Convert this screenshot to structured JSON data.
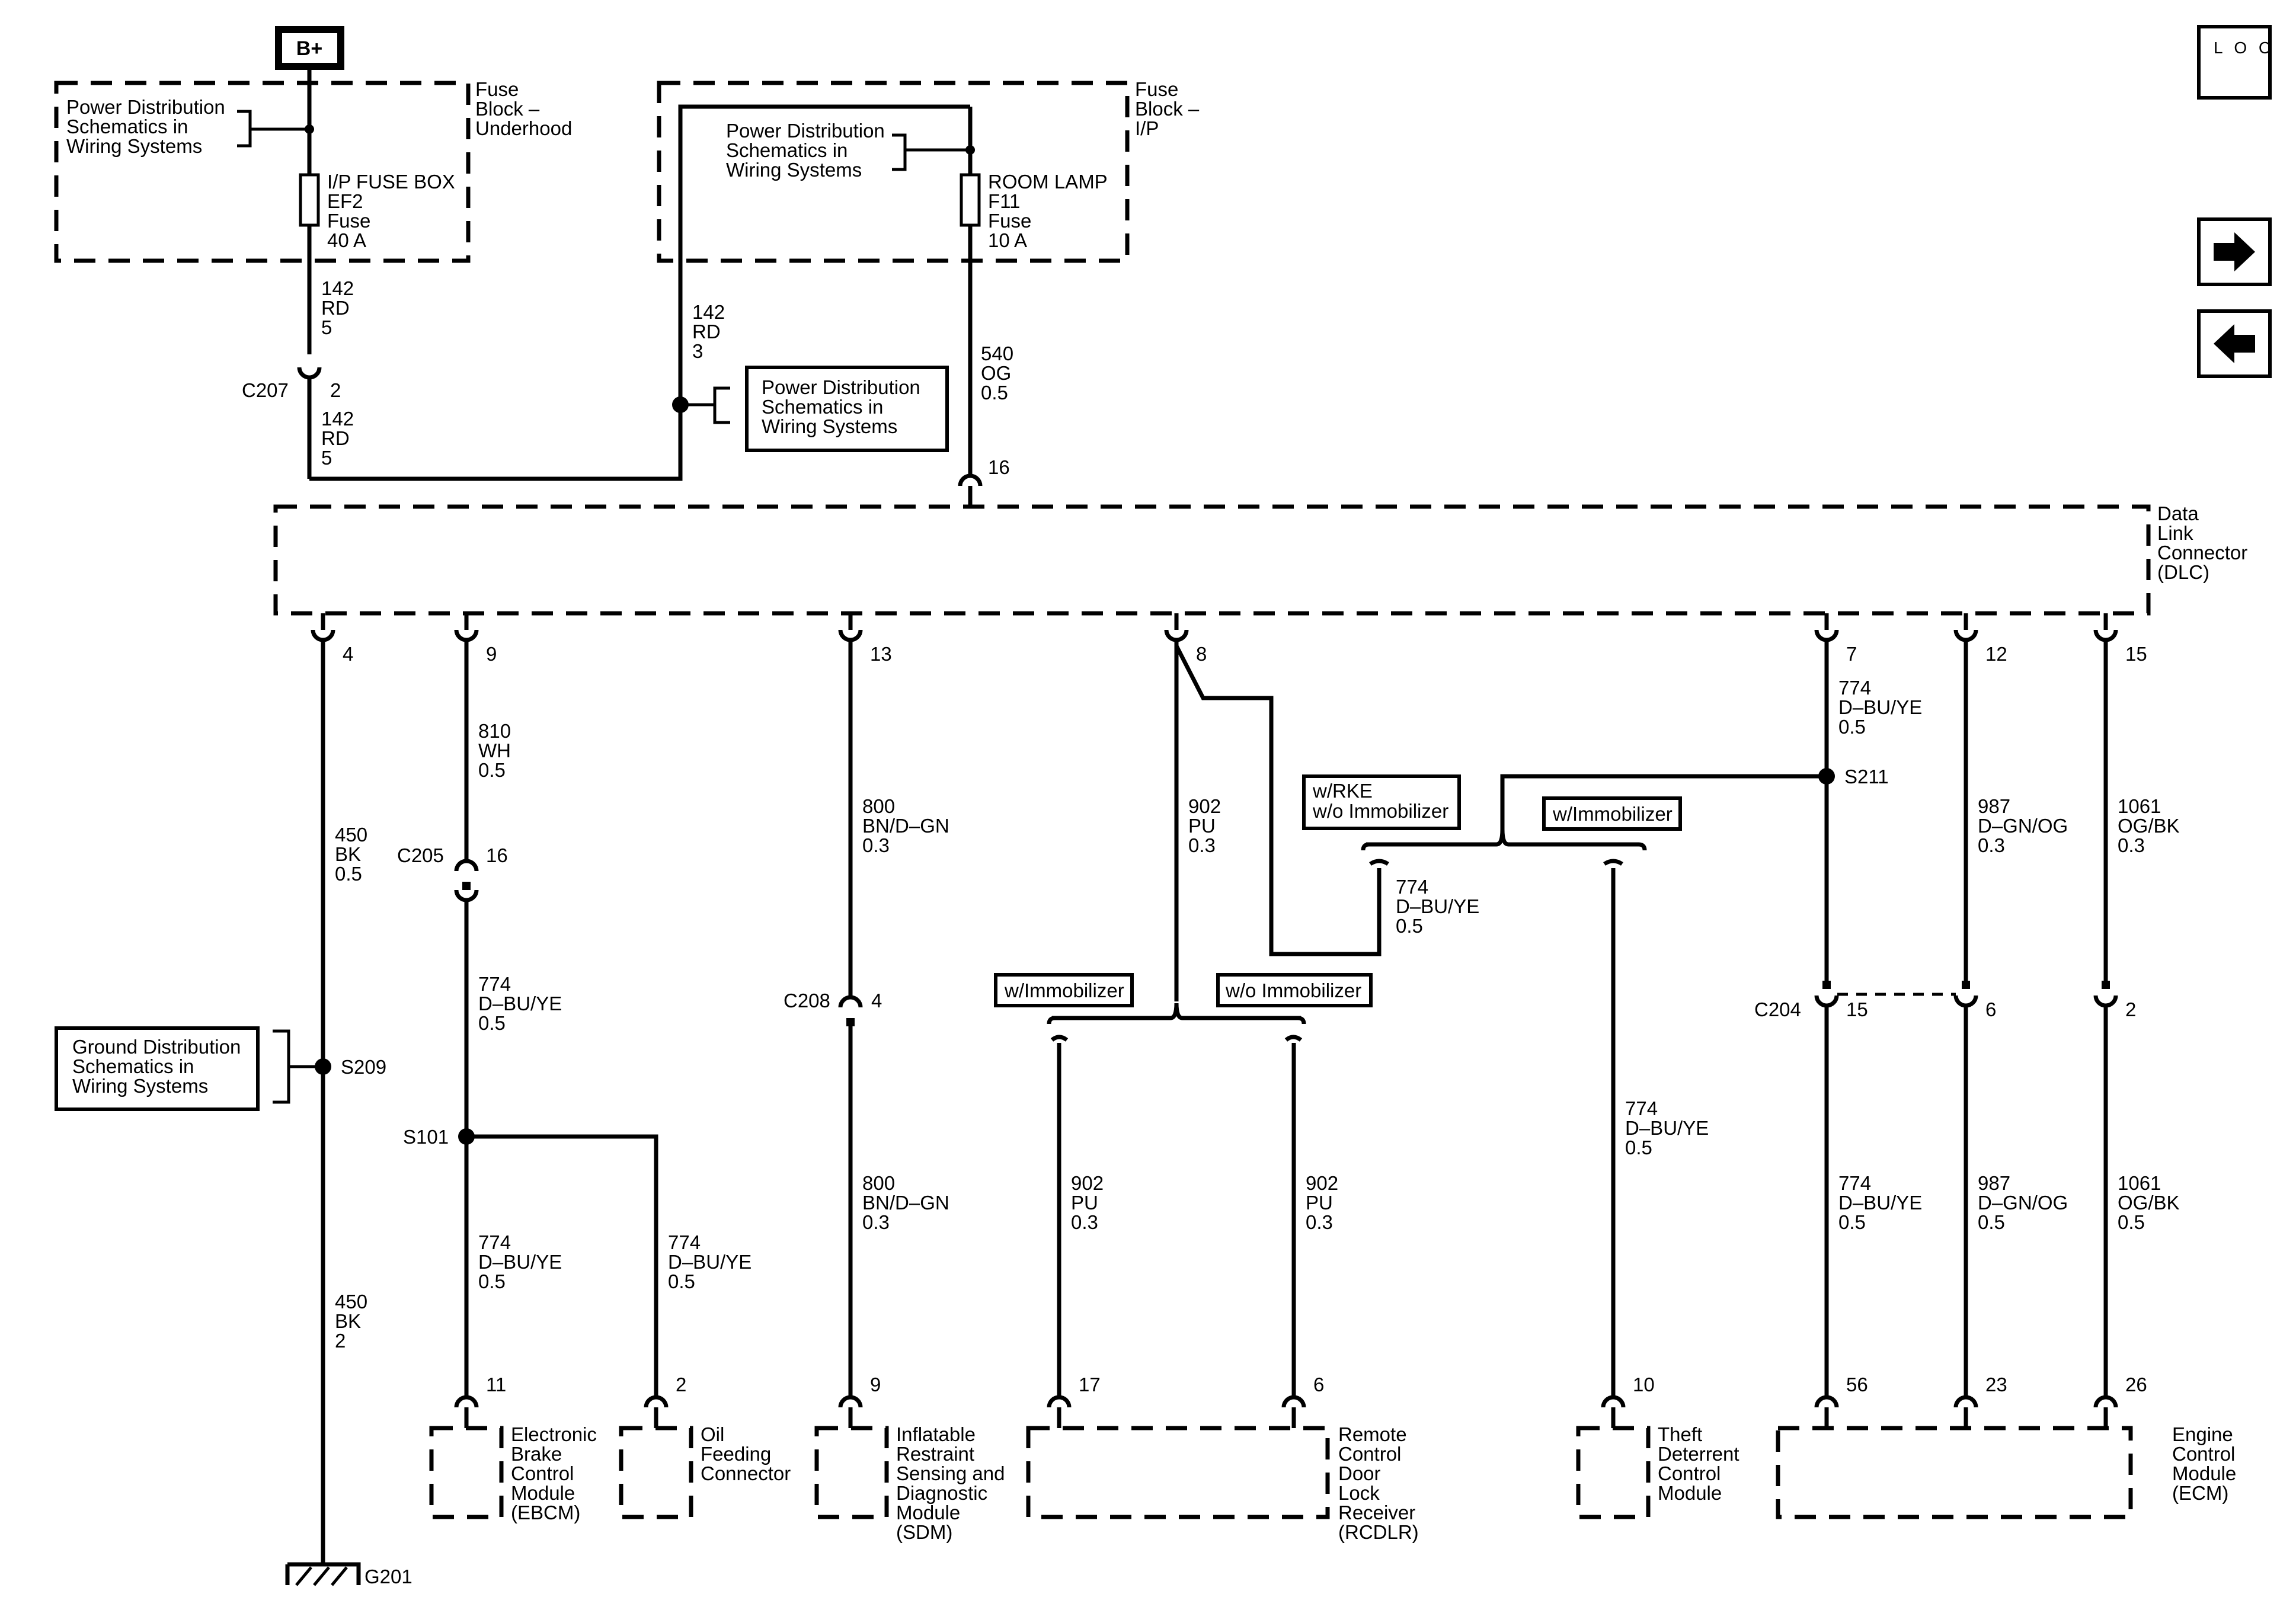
{
  "battery": "B+",
  "loc_button": "L O C",
  "fuse_underhood": {
    "title": [
      "Fuse",
      "Block –",
      "Underhood"
    ],
    "ref": [
      "Power Distribution",
      "Schematics in",
      "Wiring Systems"
    ],
    "fuse": [
      "I/P FUSE BOX",
      "EF2",
      "Fuse",
      "40 A"
    ]
  },
  "fuse_ip": {
    "title": [
      "Fuse",
      "Block –",
      "I/P"
    ],
    "ref": [
      "Power Distribution",
      "Schematics in",
      "Wiring Systems"
    ],
    "fuse": [
      "ROOM LAMP",
      "F11",
      "Fuse",
      "10 A"
    ]
  },
  "power_ref_mid": [
    "Power Distribution",
    "Schematics in",
    "Wiring Systems"
  ],
  "ground_ref": [
    "Ground Distribution",
    "Schematics in",
    "Wiring Systems"
  ],
  "dlc_label": [
    "Data",
    "Link",
    "Connector",
    "(DLC)"
  ],
  "wires": {
    "w142a": [
      "142",
      "RD",
      "5"
    ],
    "w142b": [
      "142",
      "RD",
      "5"
    ],
    "w142c": [
      "142",
      "RD",
      "3"
    ],
    "w540": [
      "540",
      "OG",
      "0.5"
    ],
    "w450a": [
      "450",
      "BK",
      "0.5"
    ],
    "w450b": [
      "450",
      "BK",
      "2"
    ],
    "w810": [
      "810",
      "WH",
      "0.5"
    ],
    "w774_c205": [
      "774",
      "D–BU/YE",
      "0.5"
    ],
    "w774_ebcm": [
      "774",
      "D–BU/YE",
      "0.5"
    ],
    "w774_oil": [
      "774",
      "D–BU/YE",
      "0.5"
    ],
    "w800a": [
      "800",
      "BN/D–GN",
      "0.3"
    ],
    "w800b": [
      "800",
      "BN/D–GN",
      "0.3"
    ],
    "w902a": [
      "902",
      "PU",
      "0.3"
    ],
    "w902b": [
      "902",
      "PU",
      "0.3"
    ],
    "w902c": [
      "902",
      "PU",
      "0.3"
    ],
    "w774_rke": [
      "774",
      "D–BU/YE",
      "0.5"
    ],
    "w774_theft": [
      "774",
      "D–BU/YE",
      "0.5"
    ],
    "w774_top": [
      "774",
      "D–BU/YE",
      "0.5"
    ],
    "w774_ecm": [
      "774",
      "D–BU/YE",
      "0.5"
    ],
    "w987a": [
      "987",
      "D–GN/OG",
      "0.3"
    ],
    "w987b": [
      "987",
      "D–GN/OG",
      "0.5"
    ],
    "w1061a": [
      "1061",
      "OG/BK",
      "0.3"
    ],
    "w1061b": [
      "1061",
      "OG/BK",
      "0.5"
    ]
  },
  "connectors": {
    "c207": "C207",
    "c207_pin": "2",
    "c205": "C205",
    "c205_pin": "16",
    "c208": "C208",
    "c208_pin": "4",
    "c204": "C204",
    "c204_pin15": "15",
    "c204_pin6": "6",
    "c204_pin2": "2",
    "dlc_pin16": "16",
    "dlc_pins": [
      "4",
      "9",
      "13",
      "8",
      "7",
      "12",
      "15"
    ]
  },
  "splices": {
    "s209": "S209",
    "s101": "S101",
    "s211": "S211"
  },
  "ground": "G201",
  "options": {
    "rke": [
      "w/RKE",
      "w/o Immobilizer"
    ],
    "immo_right": "w/Immobilizer",
    "immo_left": "w/Immobilizer",
    "no_immo": "w/o Immobilizer"
  },
  "modules": {
    "ebcm": {
      "pin": "11",
      "name": [
        "Electronic",
        "Brake",
        "Control",
        "Module",
        "(EBCM)"
      ]
    },
    "oil": {
      "pin": "2",
      "name": [
        "Oil",
        "Feeding",
        "Connector"
      ]
    },
    "sdm": {
      "pin": "9",
      "name": [
        "Inflatable",
        "Restraint",
        "Sensing and",
        "Diagnostic",
        "Module",
        "(SDM)"
      ]
    },
    "rcdlr": {
      "pin17": "17",
      "pin6": "6",
      "name": [
        "Remote",
        "Control",
        "Door",
        "Lock",
        "Receiver",
        "(RCDLR)"
      ]
    },
    "theft": {
      "pin": "10",
      "name": [
        "Theft",
        "Deterrent",
        "Control",
        "Module"
      ]
    },
    "ecm": {
      "pin56": "56",
      "pin23": "23",
      "pin26": "26",
      "name": [
        "Engine",
        "Control",
        "Module",
        "(ECM)"
      ]
    }
  }
}
